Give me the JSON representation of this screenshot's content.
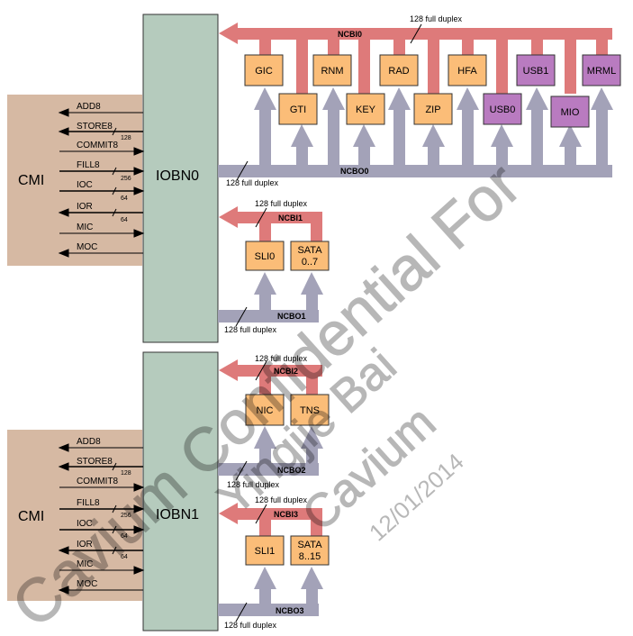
{
  "cmi_label": "CMI",
  "iobn0": {
    "label": "IOBN0",
    "ncbi_label": "NCBI0",
    "ncbo_label": "NCBO0",
    "top_bus_note": "128 full duplex",
    "bottom_bus_note": "128  full duplex",
    "top_blocks": [
      "GIC",
      "RNM",
      "RAD",
      "HFA",
      "USB1",
      "MRML"
    ],
    "bottom_blocks": [
      "GTI",
      "KEY",
      "ZIP",
      "USB0",
      "MIO"
    ],
    "sub": {
      "ncbi_label": "NCBI1",
      "ncbo_label": "NCBO1",
      "top_bus_note": "128  full duplex",
      "bottom_bus_note": "128  full duplex",
      "blocks": [
        {
          "line1": "SLI0",
          "line2": ""
        },
        {
          "line1": "SATA",
          "line2": "0..7"
        }
      ]
    }
  },
  "iobn1": {
    "label": "IOBN1",
    "upper": {
      "ncbi_label": "NCBI2",
      "ncbo_label": "NCBO2",
      "top_bus_note": "128  full duplex",
      "bottom_bus_note": "128  full duplex",
      "blocks": [
        "NIC",
        "TNS"
      ]
    },
    "lower": {
      "ncbi_label": "NCBI3",
      "ncbo_label": "NCBO3",
      "top_bus_note": "128  full duplex",
      "bottom_bus_note": "128  full duplex",
      "blocks": [
        {
          "line1": "SLI1",
          "line2": ""
        },
        {
          "line1": "SATA",
          "line2": "8..15"
        }
      ]
    }
  },
  "cmi_signals": [
    "ADD8",
    "STORE8",
    "COMMIT8",
    "FILL8",
    "IOC",
    "IOR",
    "MIC",
    "MOC"
  ],
  "width_marks": {
    "store": "128",
    "fill": "256",
    "ioc": "64",
    "ior": "64"
  },
  "watermark": {
    "line1": "Cavium Confidential For",
    "line2": "Yingjie Bai",
    "line3": "Cavium",
    "line4": "12/01/2014"
  },
  "colors": {
    "cmi_fill": "#d6b9a3",
    "iobn_fill": "#b5cbbd",
    "block_orange": "#fbbd78",
    "block_purple": "#b97bc0",
    "ncbi_red": "#de7a7a",
    "ncbo_gray": "#a3a2b8"
  }
}
